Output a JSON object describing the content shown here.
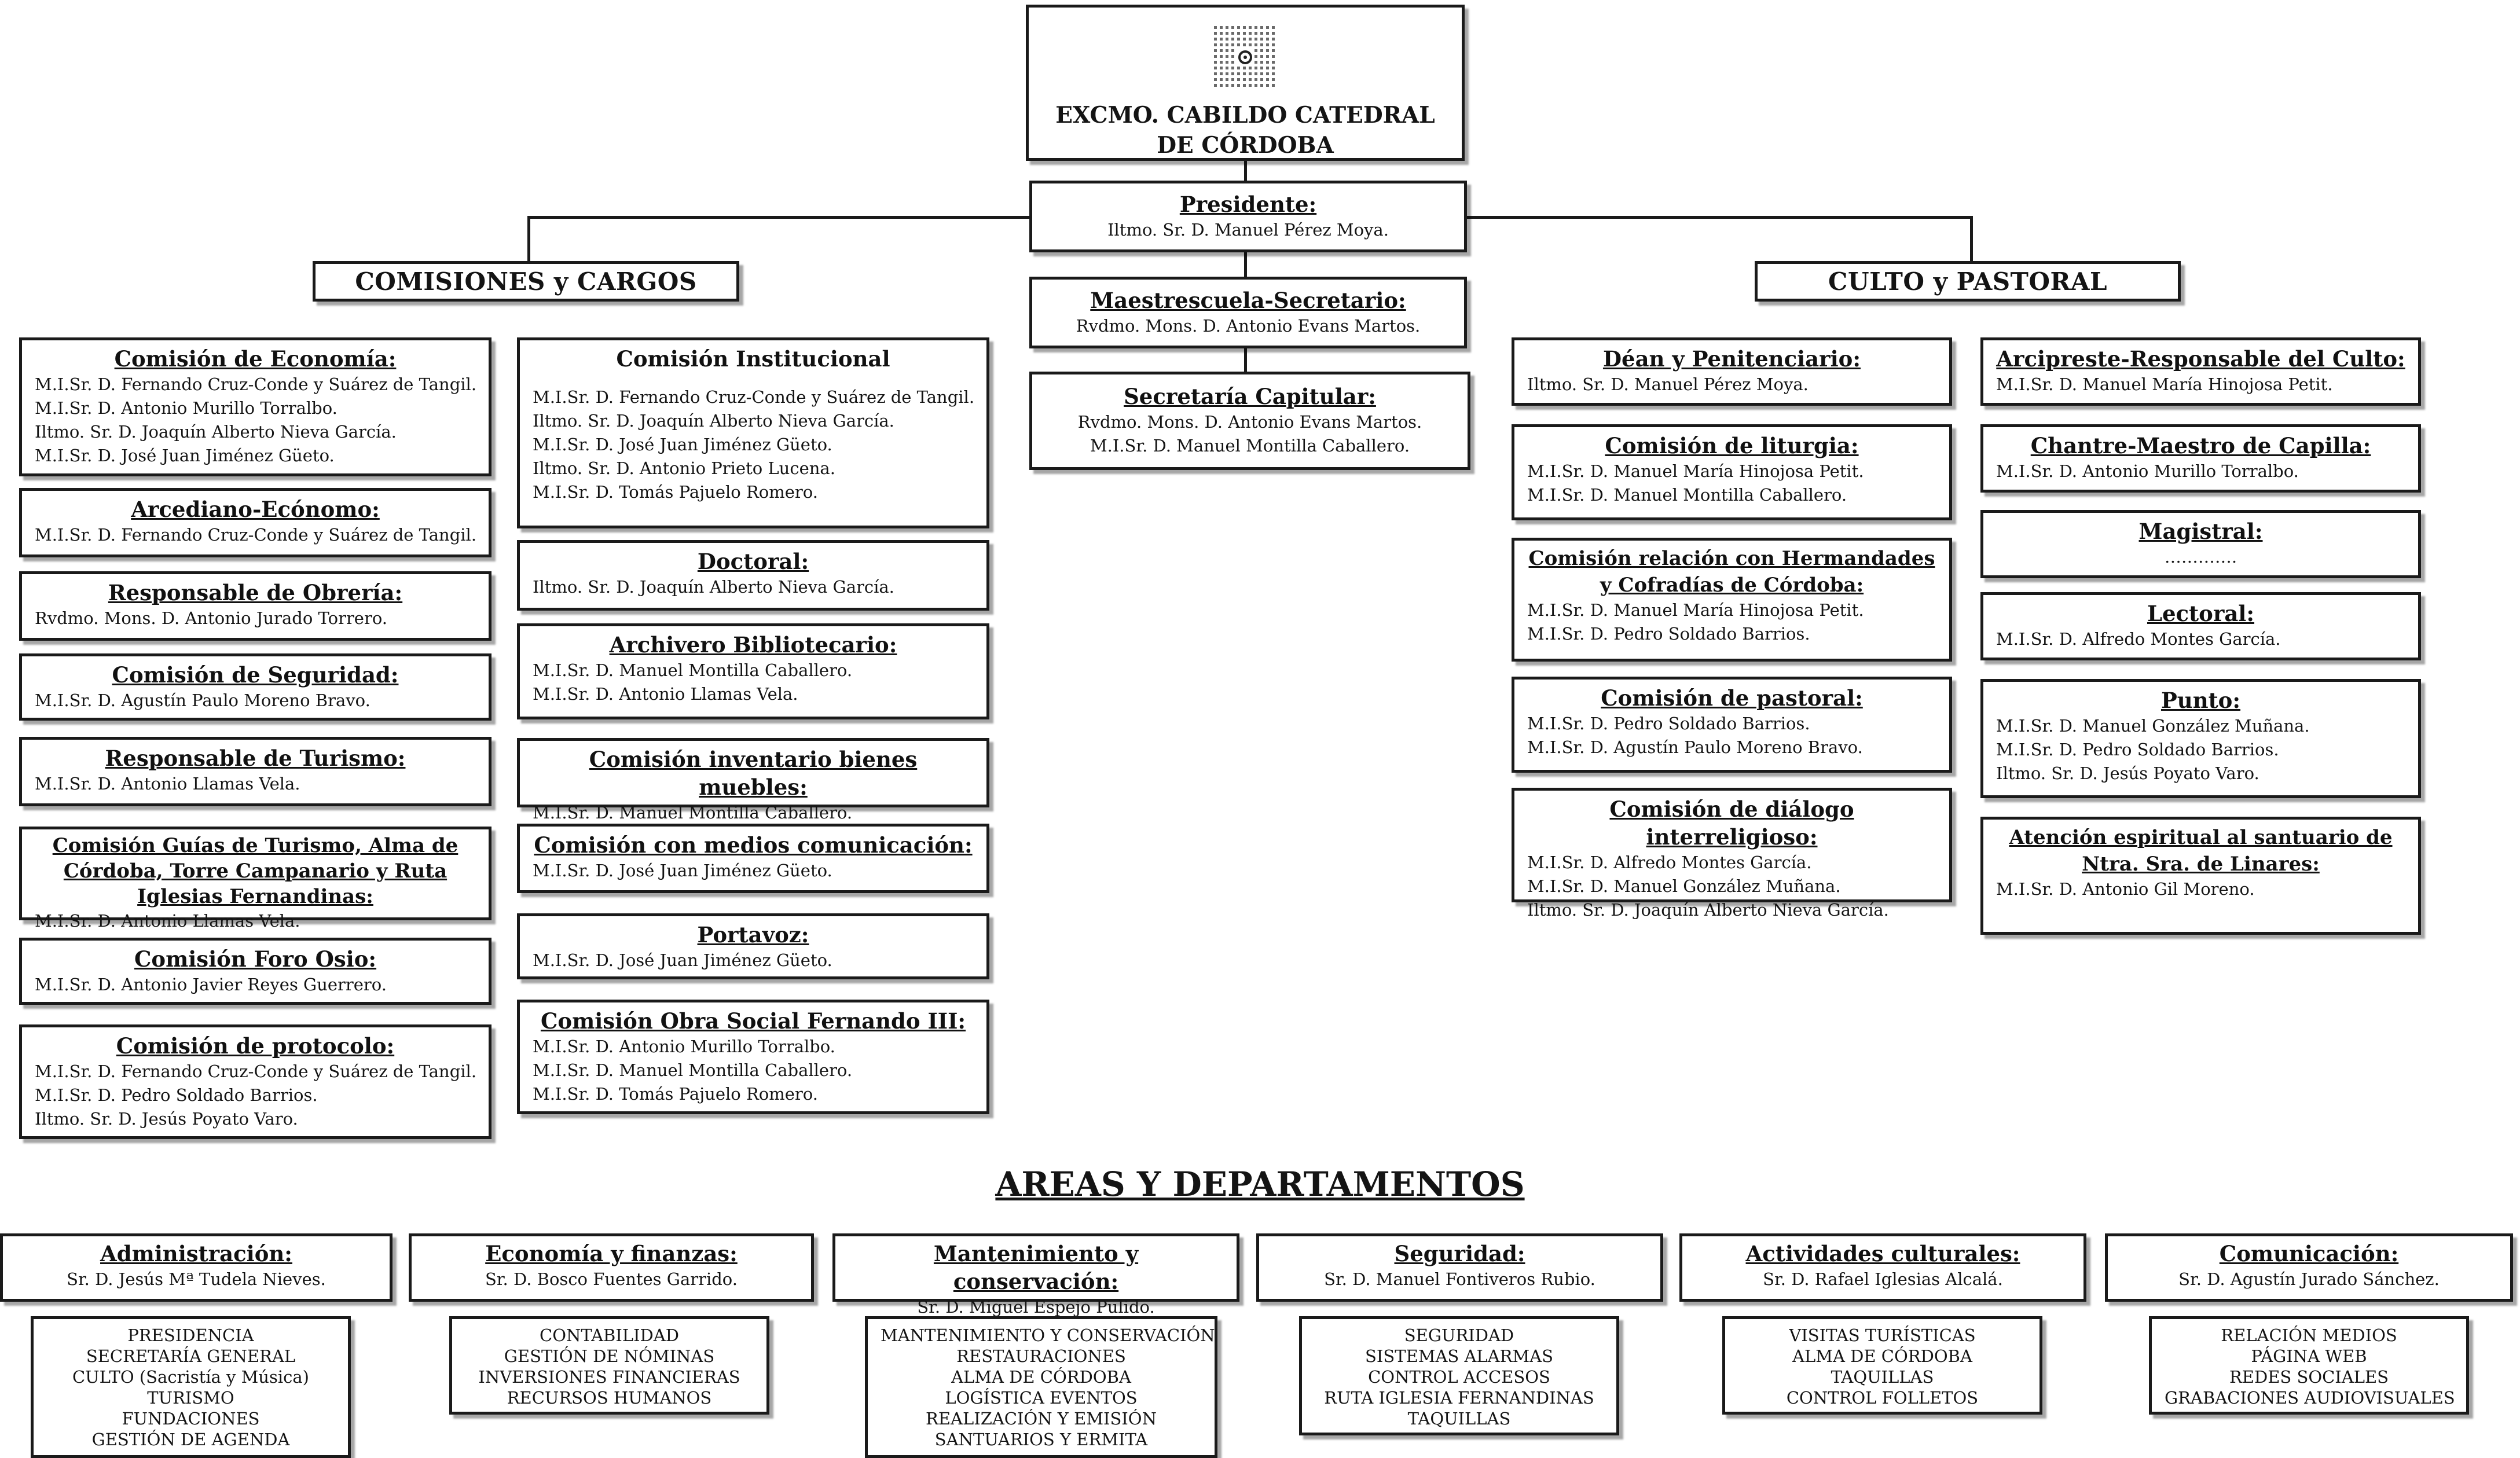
{
  "top": {
    "line1": "EXCMO. CABILDO CATEDRAL",
    "line2": "DE CÓRDOBA",
    "logo_icon": "cathedral-seal-icon"
  },
  "presidente": {
    "title": "Presidente:",
    "name": "Iltmo. Sr. D. Manuel Pérez Moya."
  },
  "left_header": "COMISIONES y CARGOS",
  "right_header": "CULTO y PASTORAL",
  "maestrescuela": {
    "title": "Maestrescuela-Secretario:",
    "name": "Rvdmo. Mons. D. Antonio Evans Martos."
  },
  "secretaria": {
    "title": "Secretaría Capitular:",
    "members": [
      "Rvdmo. Mons. D. Antonio Evans Martos.",
      "M.I.Sr. D. Manuel Montilla Caballero."
    ]
  },
  "col1": [
    {
      "title": "Comisión de Economía:",
      "members": [
        "M.I.Sr. D. Fernando Cruz-Conde y Suárez de Tangil.",
        "M.I.Sr. D. Antonio Murillo Torralbo.",
        "Iltmo. Sr. D. Joaquín Alberto Nieva García.",
        "M.I.Sr. D. José Juan Jiménez Güeto."
      ]
    },
    {
      "title": "Arcediano-Ecónomo:",
      "members": [
        "M.I.Sr. D. Fernando Cruz-Conde y Suárez de Tangil."
      ]
    },
    {
      "title": "Responsable de Obrería:",
      "members": [
        "Rvdmo. Mons. D. Antonio Jurado Torrero."
      ]
    },
    {
      "title": "Comisión de Seguridad:",
      "members": [
        "M.I.Sr. D. Agustín Paulo Moreno Bravo."
      ]
    },
    {
      "title": "Responsable de Turismo:",
      "members": [
        "M.I.Sr. D. Antonio Llamas Vela."
      ]
    },
    {
      "title": "Comisión Guías de Turismo, Alma de Córdoba, Torre Campanario y Ruta Iglesias Fernandinas:",
      "members": [
        "M.I.Sr. D. Antonio Llamas Vela."
      ]
    },
    {
      "title": "Comisión Foro Osio:",
      "members": [
        "M.I.Sr. D. Antonio Javier Reyes Guerrero."
      ]
    },
    {
      "title": "Comisión de protocolo:",
      "members": [
        "M.I.Sr. D. Fernando Cruz-Conde y Suárez de Tangil.",
        "M.I.Sr. D. Pedro Soldado Barrios.",
        "Iltmo. Sr. D. Jesús Poyato Varo."
      ]
    }
  ],
  "col2": [
    {
      "title": "Comisión Institucional",
      "members": [
        "M.I.Sr. D. Fernando Cruz-Conde y Suárez de Tangil.",
        "Iltmo. Sr. D. Joaquín Alberto Nieva García.",
        "M.I.Sr. D. José Juan Jiménez Güeto.",
        "Iltmo. Sr. D. Antonio Prieto Lucena.",
        "M.I.Sr. D. Tomás Pajuelo Romero."
      ]
    },
    {
      "title": "Doctoral:",
      "members": [
        "Iltmo. Sr. D. Joaquín Alberto Nieva García."
      ]
    },
    {
      "title": "Archivero Bibliotecario:",
      "members": [
        "M.I.Sr. D. Manuel Montilla Caballero.",
        "M.I.Sr. D. Antonio Llamas Vela."
      ]
    },
    {
      "title": "Comisión inventario bienes muebles:",
      "members": [
        "M.I.Sr. D. Manuel Montilla Caballero."
      ]
    },
    {
      "title": "Comisión con medios comunicación:",
      "members": [
        "M.I.Sr. D. José Juan Jiménez Güeto."
      ]
    },
    {
      "title": "Portavoz:",
      "members": [
        "M.I.Sr. D. José Juan Jiménez Güeto."
      ]
    },
    {
      "title": "Comisión Obra Social Fernando III:",
      "members": [
        "M.I.Sr. D. Antonio Murillo Torralbo.",
        "M.I.Sr. D. Manuel Montilla Caballero.",
        "M.I.Sr. D. Tomás Pajuelo Romero."
      ]
    }
  ],
  "col3": [
    {
      "title": "Déan y Penitenciario:",
      "members": [
        "Iltmo. Sr. D. Manuel Pérez Moya."
      ]
    },
    {
      "title": "Comisión de liturgia:",
      "members": [
        "M.I.Sr. D. Manuel María Hinojosa Petit.",
        "M.I.Sr. D. Manuel Montilla Caballero."
      ]
    },
    {
      "title": "Comisión relación con Hermandades y Cofradías de Córdoba:",
      "members": [
        "M.I.Sr. D. Manuel María Hinojosa Petit.",
        "M.I.Sr. D. Pedro Soldado Barrios."
      ]
    },
    {
      "title": "Comisión de pastoral:",
      "members": [
        "M.I.Sr. D. Pedro Soldado Barrios.",
        "M.I.Sr. D. Agustín Paulo Moreno Bravo."
      ]
    },
    {
      "title": "Comisión de diálogo interreligioso:",
      "members": [
        "M.I.Sr. D. Alfredo Montes García.",
        "M.I.Sr. D. Manuel González Muñana.",
        "Iltmo. Sr. D. Joaquín Alberto Nieva García."
      ]
    }
  ],
  "col4": [
    {
      "title": "Arcipreste-Responsable del Culto:",
      "members": [
        "M.I.Sr. D. Manuel María Hinojosa Petit."
      ]
    },
    {
      "title": "Chantre-Maestro de Capilla:",
      "members": [
        "M.I.Sr. D. Antonio Murillo Torralbo."
      ]
    },
    {
      "title": "Magistral:",
      "members": [
        "…………."
      ]
    },
    {
      "title": "Lectoral:",
      "members": [
        "M.I.Sr. D. Alfredo Montes García."
      ]
    },
    {
      "title": "Punto:",
      "members": [
        "M.I.Sr. D. Manuel González Muñana.",
        "M.I.Sr. D. Pedro Soldado Barrios.",
        "Iltmo. Sr. D. Jesús Poyato Varo."
      ]
    },
    {
      "title": "Atención espiritual al santuario de Ntra. Sra. de Linares:",
      "members": [
        "M.I.Sr. D. Antonio Gil Moreno."
      ]
    }
  ],
  "areas_title": "AREAS Y DEPARTAMENTOS",
  "areas": [
    {
      "title": "Administración:",
      "name": "Sr. D. Jesús Mª Tudela Nieves.",
      "depts": [
        "PRESIDENCIA",
        "SECRETARÍA GENERAL",
        "CULTO (Sacristía y Música)",
        "TURISMO",
        "FUNDACIONES",
        "GESTIÓN DE AGENDA"
      ]
    },
    {
      "title": "Economía y finanzas:",
      "name": "Sr. D. Bosco Fuentes Garrido.",
      "depts": [
        "CONTABILIDAD",
        "GESTIÓN DE NÓMINAS",
        "INVERSIONES FINANCIERAS",
        "RECURSOS HUMANOS"
      ]
    },
    {
      "title": "Mantenimiento y conservación:",
      "name": "Sr. D. Miguel Espejo Pulido.",
      "depts": [
        "MANTENIMIENTO Y CONSERVACIÓN",
        "RESTAURACIONES",
        "ALMA DE CÓRDOBA",
        "LOGÍSTICA EVENTOS",
        "REALIZACIÓN Y EMISIÓN",
        "SANTUARIOS Y ERMITA"
      ]
    },
    {
      "title": "Seguridad:",
      "name": "Sr. D. Manuel Fontiveros Rubio.",
      "depts": [
        "SEGURIDAD",
        "SISTEMAS ALARMAS",
        "CONTROL ACCESOS",
        "RUTA IGLESIA FERNANDINAS",
        "TAQUILLAS"
      ]
    },
    {
      "title": "Actividades culturales:",
      "name": "Sr. D. Rafael Iglesias Alcalá.",
      "depts": [
        "VISITAS TURÍSTICAS",
        "ALMA DE CÓRDOBA",
        "TAQUILLAS",
        "CONTROL FOLLETOS"
      ]
    },
    {
      "title": "Comunicación:",
      "name": "Sr. D. Agustín Jurado Sánchez.",
      "depts": [
        "RELACIÓN MEDIOS",
        "PÁGINA WEB",
        "REDES SOCIALES",
        "GRABACIONES AUDIOVISUALES"
      ]
    }
  ]
}
